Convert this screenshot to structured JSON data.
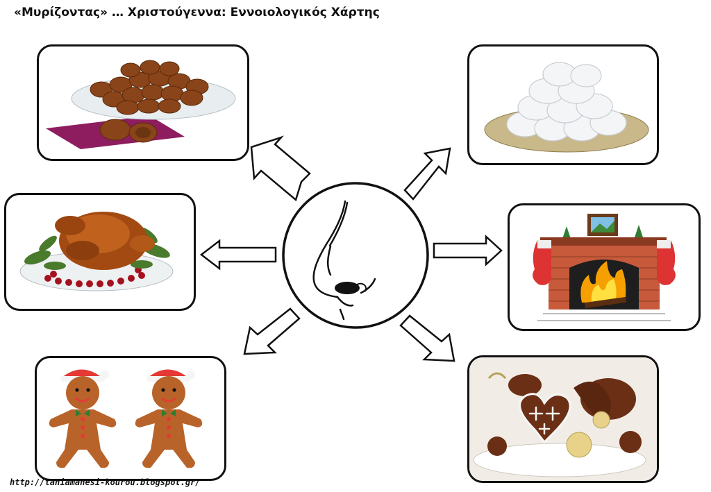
{
  "title": "«Μυρίζοντας» … Χριστούγεννα: Εννοιολογικός Χάρτης",
  "footer": "http://taniamanesi-kourou.blogspot.gr/",
  "center_icon": "nose-icon",
  "nodes": [
    {
      "id": "melomakarona",
      "icon": "melomakarona-cookies-image"
    },
    {
      "id": "kourabiedes",
      "icon": "kourabiedes-cookies-image"
    },
    {
      "id": "turkey",
      "icon": "roast-turkey-image"
    },
    {
      "id": "fireplace",
      "icon": "fireplace-image"
    },
    {
      "id": "gingerbread-men",
      "icon": "gingerbread-men-image"
    },
    {
      "id": "gingerbread-cookies",
      "icon": "gingerbread-cookies-image"
    }
  ]
}
